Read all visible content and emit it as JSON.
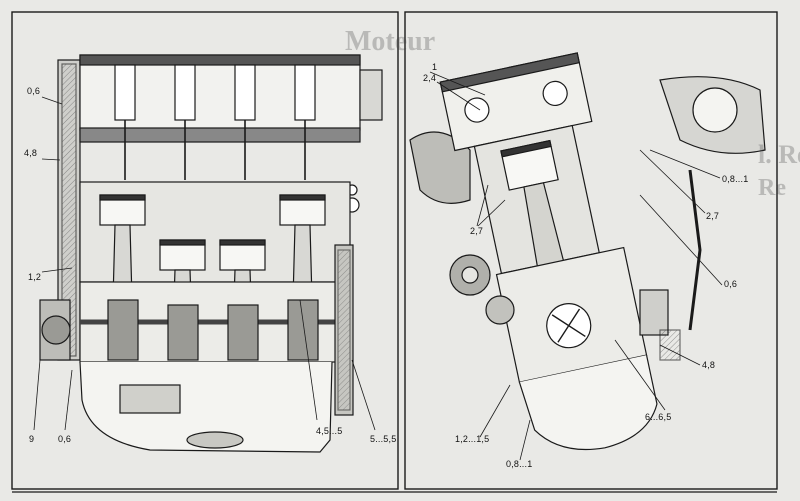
{
  "background_text": {
    "heading": "Moteur",
    "subheading": "l. Re",
    "subheading2": "Re"
  },
  "labels": {
    "left": {
      "l_06_top": "0,6",
      "l_48": "4,8",
      "l_12": "1,2",
      "l_9": "9",
      "l_06_bottom": "0,6",
      "l_45_55": "4,5...5",
      "l_5_55": "5...5,5"
    },
    "right": {
      "r_1": "1",
      "r_24": "2,4",
      "r_27_left": "2,7",
      "r_08_1_top": "0,8...1",
      "r_27_right": "2,7",
      "r_06": "0,6",
      "r_48": "4,8",
      "r_6_65": "6...6,5",
      "r_12_15": "1,2...1,5",
      "r_08_1_bottom": "0,8...1"
    }
  },
  "colors": {
    "paper": "#e9e9e6",
    "ink": "#1a1a1a",
    "shade": "#8c8c8c",
    "dark": "#2a2a2a"
  }
}
